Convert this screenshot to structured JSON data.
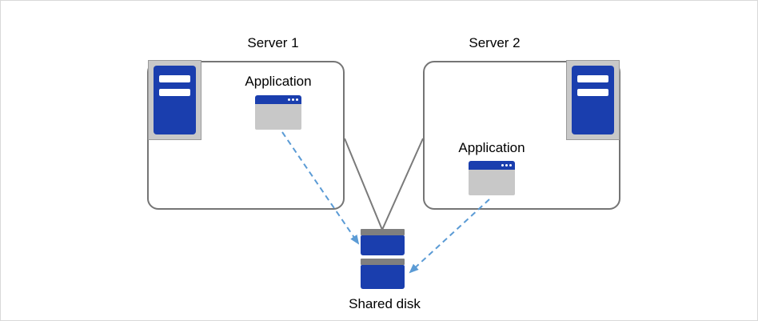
{
  "servers": [
    {
      "label": "Server 1",
      "application_label": "Application"
    },
    {
      "label": "Server 2",
      "application_label": "Application"
    }
  ],
  "shared_disk": {
    "label": "Shared disk"
  },
  "icons": {
    "server_tower": "server-tower-icon",
    "application_window": "application-window-icon",
    "shared_disk": "shared-disk-icon"
  },
  "colors": {
    "primary-blue": "#1a3eae",
    "icon-gray": "#c8c8c8",
    "icon-border-gray": "#9a9a9a",
    "bar-gray": "#7f7f7f",
    "box-border-gray": "#757575",
    "connector-gray": "#7a7a7a",
    "arrow-blue": "#5b9bd5"
  }
}
